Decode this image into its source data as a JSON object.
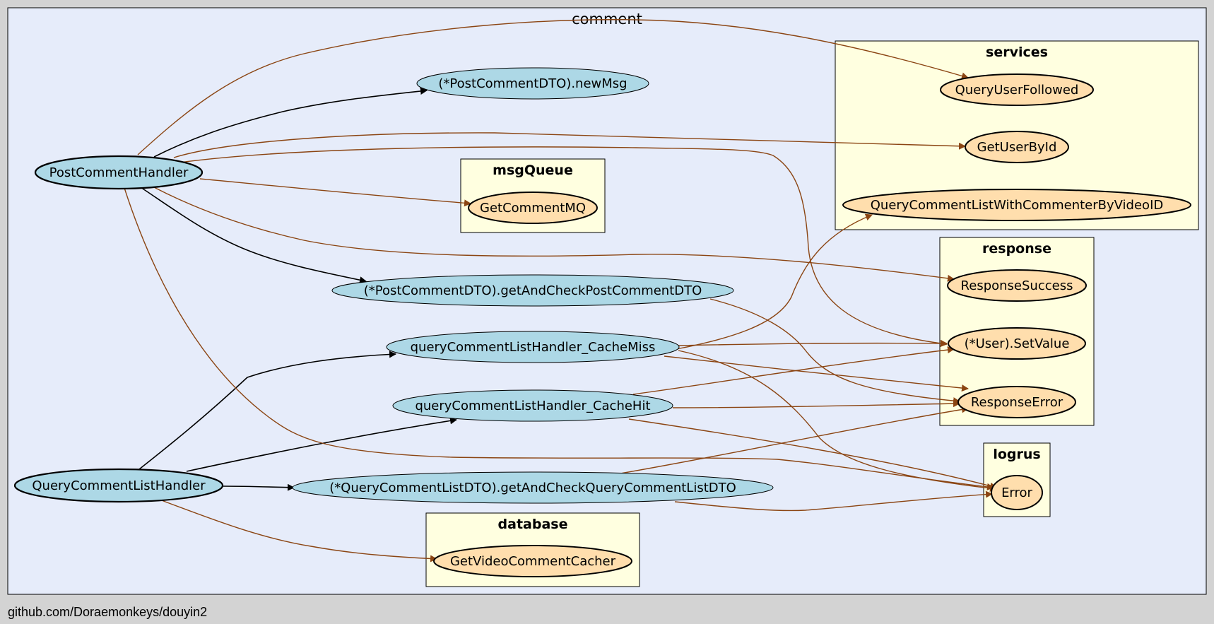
{
  "diagram": {
    "title": "comment",
    "footer": "github.com/Doraemonkeys/douyin2",
    "colors": {
      "page": "#d3d3d3",
      "canvas": "#e6ecfa",
      "cluster": "#ffffe0",
      "local_node": "#add8e6",
      "external_node": "#ffdead",
      "static_edge": "#8b4513",
      "call_edge": "#000000"
    },
    "clusters": {
      "services": "services",
      "msgQueue": "msgQueue",
      "response": "response",
      "logrus": "logrus",
      "database": "database"
    },
    "nodes": {
      "postCommentHandler": "PostCommentHandler",
      "queryCommentListHandler": "QueryCommentListHandler",
      "newMsg": "(*PostCommentDTO).newMsg",
      "getAndCheckPostCommentDTO": "(*PostCommentDTO).getAndCheckPostCommentDTO",
      "cacheMiss": "queryCommentListHandler_CacheMiss",
      "cacheHit": "queryCommentListHandler_CacheHit",
      "getAndCheckQueryCommentListDTO": "(*QueryCommentListDTO).getAndCheckQueryCommentListDTO",
      "queryUserFollowed": "QueryUserFollowed",
      "getUserById": "GetUserById",
      "queryCommentListWithCommenter": "QueryCommentListWithCommenterByVideoID",
      "getCommentMQ": "GetCommentMQ",
      "responseSuccess": "ResponseSuccess",
      "userSetValue": "(*User).SetValue",
      "responseError": "ResponseError",
      "logrusError": "Error",
      "getVideoCommentCacher": "GetVideoCommentCacher"
    }
  }
}
